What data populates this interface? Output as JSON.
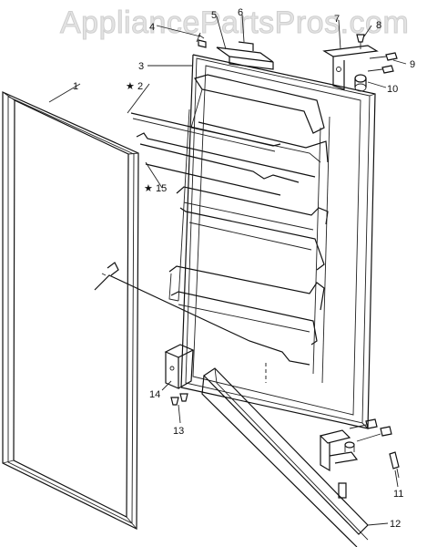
{
  "watermark": "AppliancePartsPros.com",
  "labels": {
    "p1": "1",
    "p2": "2",
    "p3": "3",
    "p4": "4",
    "p5": "5",
    "p6": "6",
    "p7": "7",
    "p8": "8",
    "p9": "9",
    "p10": "10",
    "p11": "11",
    "p12": "12",
    "p13": "13",
    "p14": "14",
    "p15": "15",
    "star": "★"
  }
}
